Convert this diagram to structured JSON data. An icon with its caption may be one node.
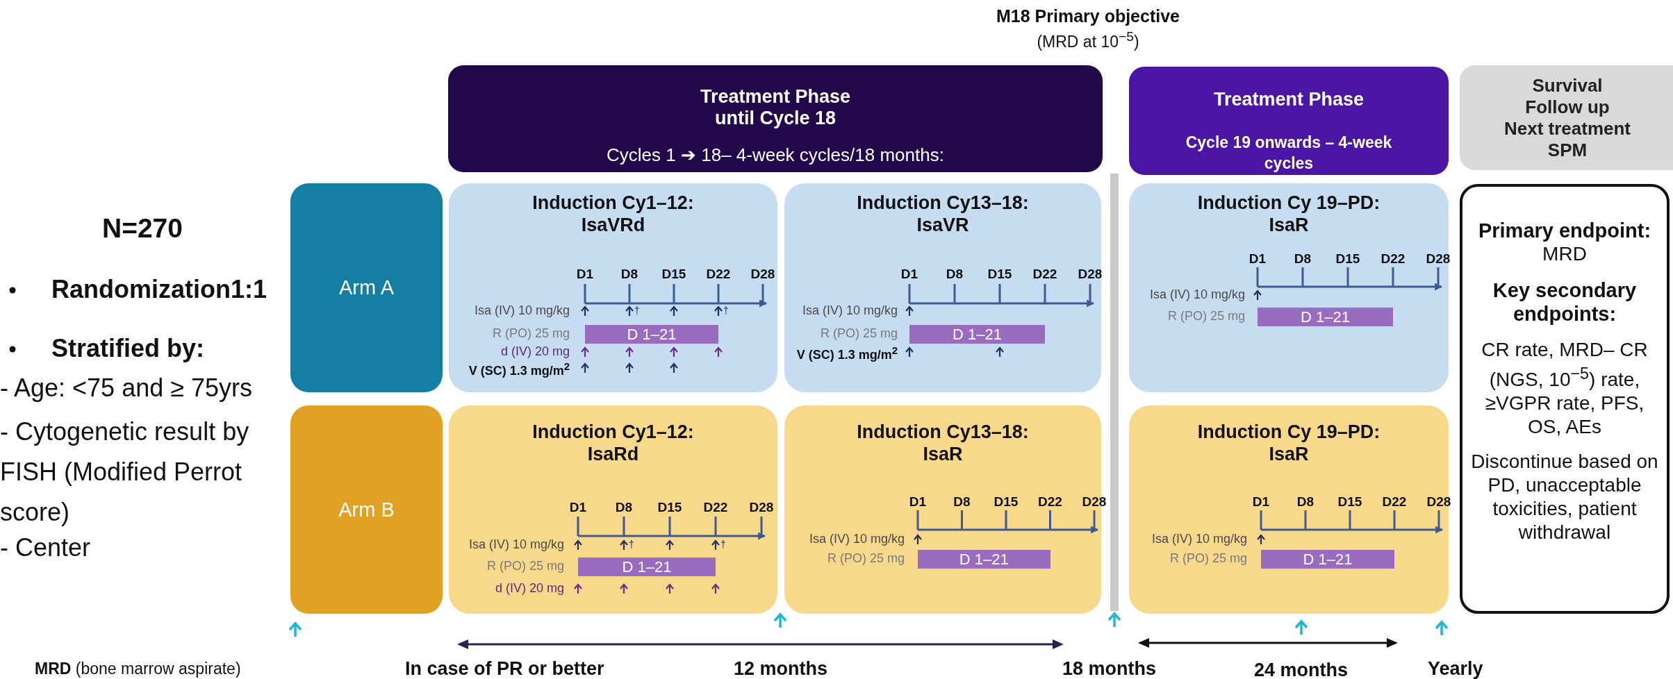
{
  "diagram": {
    "nodes": [
      {
        "text": [
          "Treatment Phase until Cycle 18",
          "Cycles 1 ➔ 18– 4-week cycles/18 months:"
        ]
      },
      {
        "text": [
          "Treatment Phase",
          "Cycle 19 onwards – 4-week cycles"
        ]
      },
      {
        "text": [
          "Survival",
          "Follow up",
          "Next treatment",
          "SPM"
        ]
      },
      {
        "text": [
          "Arm A"
        ]
      },
      {
        "text": [
          "Induction Cy1–12:",
          "IsaVRd"
        ]
      },
      {
        "text": [
          "D 1–21"
        ],
        "in": 4
      },
      {
        "text": [
          "Induction Cy13–18:",
          "IsaVR"
        ]
      },
      {
        "text": [
          "D 1–21"
        ],
        "in": 6
      },
      {
        "text": [
          "Induction Cy 19–PD:",
          "IsaR"
        ]
      },
      {
        "text": [
          "D 1–21"
        ],
        "in": 8
      },
      {
        "text": [
          "Primary endpoint:",
          "MRD",
          "Key secondary endpoints:",
          "CR rate, MRD– CR (NGS, 10$^{−5}$) rate, ≥VGPR rate, PFS, OS, AEs",
          "Discontinue based on PD, unacceptable toxicities, patient withdrawal"
        ]
      },
      {
        "text": [
          "Arm B"
        ]
      },
      {
        "text": [
          "Induction Cy1–12:",
          "IsaRd"
        ]
      },
      {
        "text": [
          "D 1–21"
        ],
        "in": 12
      },
      {
        "text": [
          "Induction Cy13–18:",
          "IsaR"
        ]
      },
      {
        "text": [
          "D 1–21"
        ],
        "in": 14
      },
      {
        "text": [
          "Induction Cy 19–PD:",
          "IsaR"
        ]
      },
      {
        "text": [
          "D 1–21"
        ],
        "in": 16
      }
    ],
    "labels": [
      "M18 Primary objective",
      "(MRD at 10$^{−5}$)",
      "N=270",
      "Randomization1:1",
      "Stratified by:",
      "- Age: <75 and ≥ 75yrs",
      "- Cytogenetic result by FISH (Modified Perrot score)",
      "- Center",
      "D1",
      "D8",
      "D15",
      "D22",
      "D28",
      "Isa (IV) 10 mg/kg",
      "†",
      "†",
      "R (PO) 25 mg",
      "d (IV) 20 mg",
      "V (SC) 1.3 mg/m$^{2}$",
      "D1",
      "D8",
      "D15",
      "D22",
      "D28",
      "Isa (IV) 10 mg/kg",
      "R (PO) 25 mg",
      "V (SC) 1.3 mg/m$^{2}$",
      "D1",
      "D8",
      "D15",
      "D22",
      "D28",
      "Isa (IV) 10 mg/kg",
      "R (PO) 25 mg",
      "D1",
      "D8",
      "D15",
      "D22",
      "D28",
      "Isa (IV) 10 mg/kg",
      "†",
      "†",
      "R (PO) 25 mg",
      "d (IV) 20 mg",
      "D1",
      "D8",
      "D15",
      "D22",
      "D28",
      "Isa (IV) 10 mg/kg",
      "R (PO) 25 mg",
      "D1",
      "D8",
      "D15",
      "D22",
      "D28",
      "Isa (IV) 10 mg/kg",
      "R (PO) 25 mg",
      "**MRD** (bone marrow aspirate)",
      "In case of PR or better",
      "12 months",
      "18 months",
      "24 months",
      "Yearly"
    ]
  }
}
